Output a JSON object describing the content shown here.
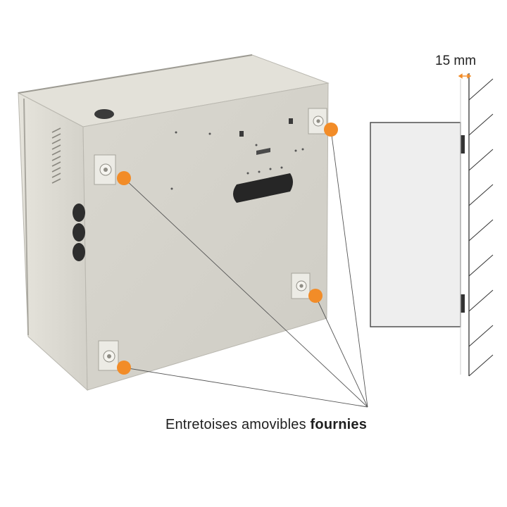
{
  "dimension": {
    "label": "15 mm"
  },
  "caption": {
    "regular": "Entretoises amovibles ",
    "bold": "fournies"
  },
  "colors": {
    "accent": "#f28c28",
    "box_front": "#d6d4cc",
    "box_side": "#c9c7bf",
    "box_top": "#e2e0d8",
    "wall_hatch": "#333333"
  }
}
